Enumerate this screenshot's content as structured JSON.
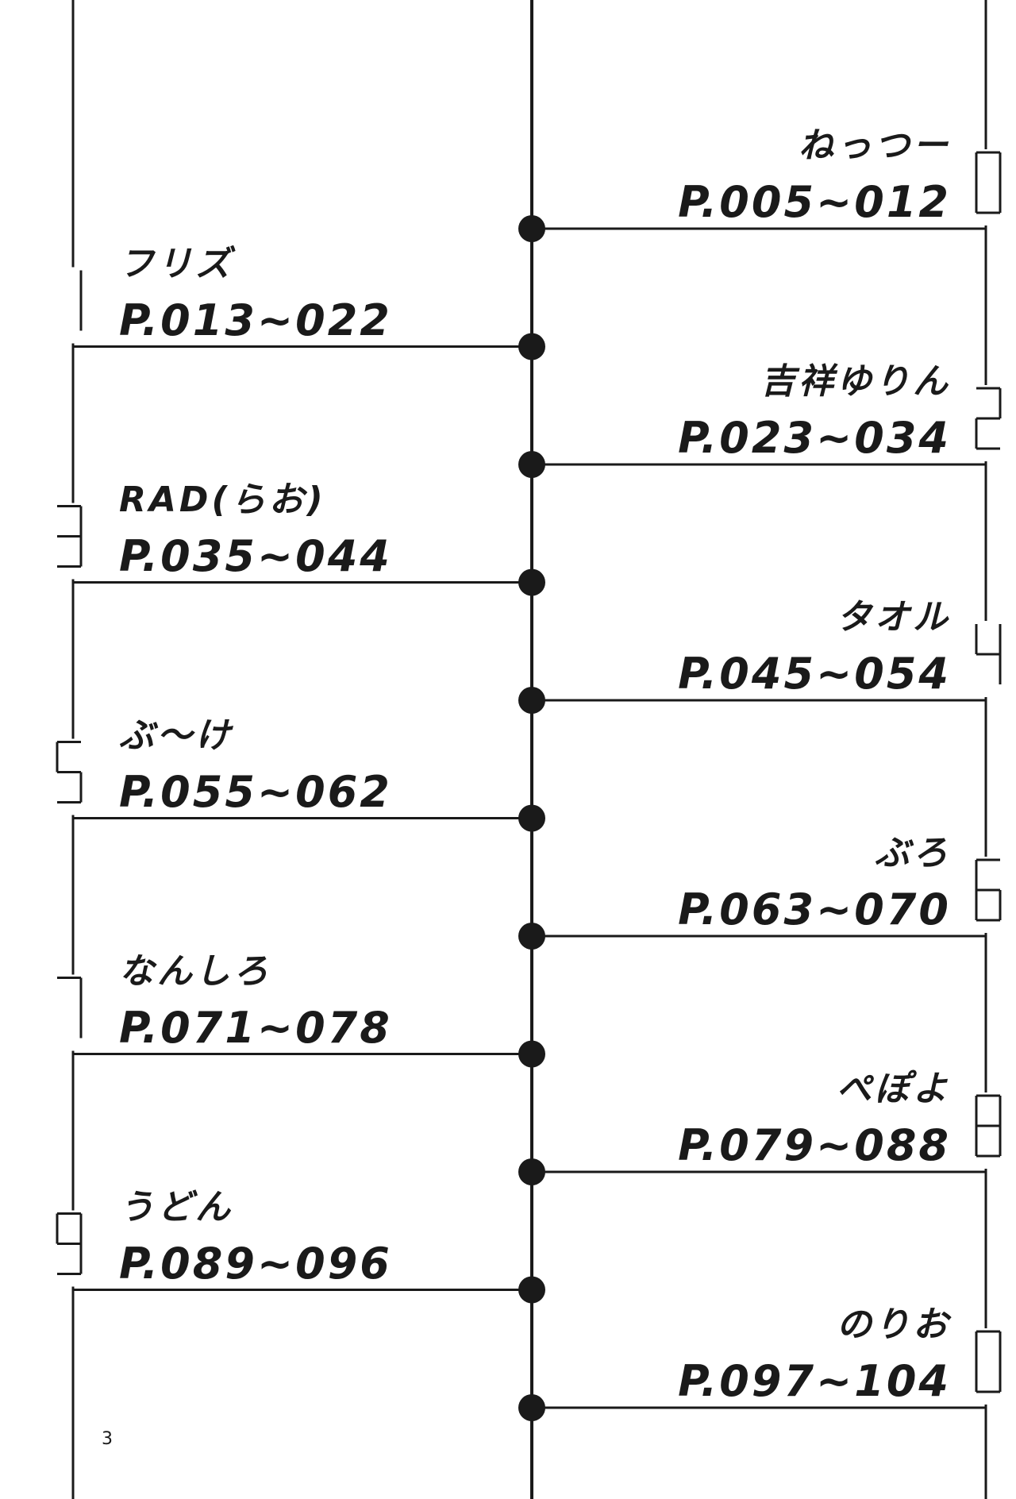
{
  "page_number": "3",
  "entries": [
    {
      "side": "right",
      "name": "ねっつー",
      "pages": "P.005~012",
      "glyph": "0"
    },
    {
      "side": "left",
      "name": "フリズ",
      "pages": "P.013~022",
      "glyph": "1"
    },
    {
      "side": "right",
      "name": "吉祥ゆりん",
      "pages": "P.023~034",
      "glyph": "2"
    },
    {
      "side": "left",
      "name": "RAD(らお)",
      "pages": "P.035~044",
      "glyph": "3"
    },
    {
      "side": "right",
      "name": "タオル",
      "pages": "P.045~054",
      "glyph": "4"
    },
    {
      "side": "left",
      "name": "ぶ～け",
      "pages": "P.055~062",
      "glyph": "5"
    },
    {
      "side": "right",
      "name": "ぶろ",
      "pages": "P.063~070",
      "glyph": "6"
    },
    {
      "side": "left",
      "name": "なんしろ",
      "pages": "P.071~078",
      "glyph": "7"
    },
    {
      "side": "right",
      "name": "ぺぽよ",
      "pages": "P.079~088",
      "glyph": "8"
    },
    {
      "side": "left",
      "name": "うどん",
      "pages": "P.089~096",
      "glyph": "9"
    },
    {
      "side": "right",
      "name": "のりお",
      "pages": "P.097~104",
      "glyph": "0"
    }
  ]
}
